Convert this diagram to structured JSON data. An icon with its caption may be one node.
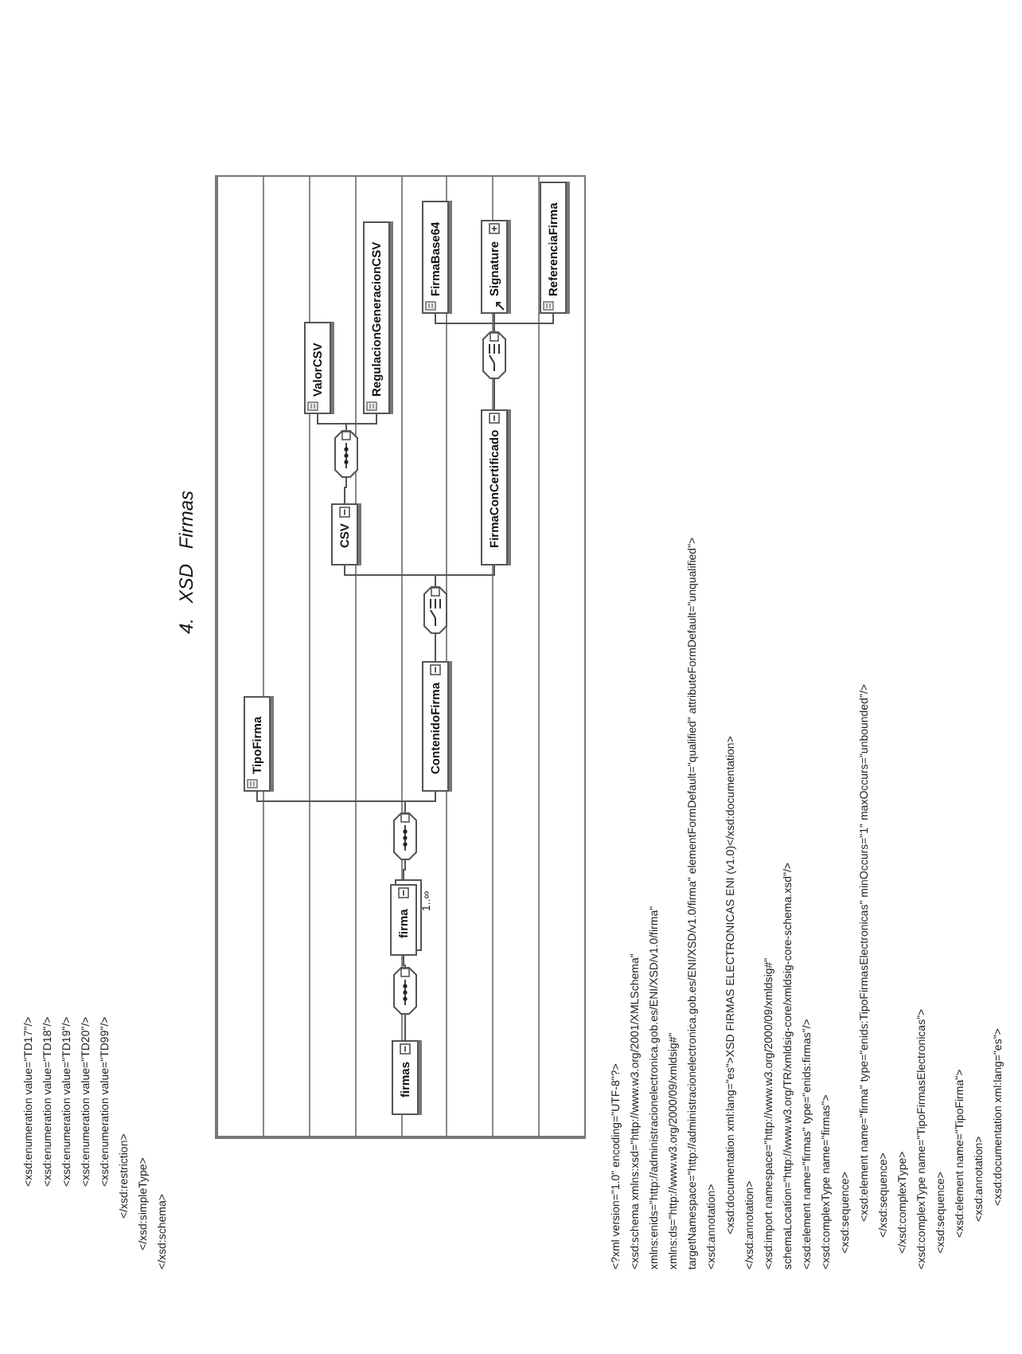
{
  "diagram": {
    "title": "4. XSD Firmas",
    "nodes": [
      {
        "text": [
          "firmas"
        ]
      },
      {
        "text": [],
        "shape": "octagon"
      },
      {
        "text": [
          "firma"
        ],
        "beside": [
          "1..∞"
        ]
      },
      {
        "text": [],
        "shape": "octagon"
      },
      {
        "text": [
          "TipoFirma"
        ]
      },
      {
        "text": [
          "ContenidoFirma"
        ]
      },
      {
        "text": [],
        "shape": "octagon"
      },
      {
        "text": [
          "CSV"
        ]
      },
      {
        "text": [],
        "shape": "octagon"
      },
      {
        "text": [
          "ValorCSV"
        ]
      },
      {
        "text": [
          "RegulacionGeneracionCSV"
        ]
      },
      {
        "text": [
          "FirmaConCertificado"
        ]
      },
      {
        "text": [],
        "shape": "octagon"
      },
      {
        "text": [
          "FirmaBase64"
        ]
      },
      {
        "text": [
          "Signature"
        ]
      },
      {
        "text": [
          "ReferenciaFirma"
        ]
      }
    ],
    "edges": [
      {
        "from": 0,
        "to": 1,
        "arrow": "none"
      },
      {
        "from": 1,
        "to": 2,
        "arrow": "none"
      },
      {
        "from": 2,
        "to": 3,
        "arrow": "none"
      },
      {
        "from": 3,
        "to": 4,
        "arrow": "none"
      },
      {
        "from": 3,
        "to": 5,
        "arrow": "none"
      },
      {
        "from": 5,
        "to": 6,
        "arrow": "none"
      },
      {
        "from": 6,
        "to": 7,
        "arrow": "none"
      },
      {
        "from": 6,
        "to": 11,
        "arrow": "none"
      },
      {
        "from": 7,
        "to": 8,
        "arrow": "none"
      },
      {
        "from": 8,
        "to": 9,
        "arrow": "none"
      },
      {
        "from": 8,
        "to": 10,
        "arrow": "none"
      },
      {
        "from": 11,
        "to": 12,
        "arrow": "none"
      },
      {
        "from": 12,
        "to": 13,
        "arrow": "none"
      },
      {
        "from": 12,
        "to": 14,
        "arrow": "none"
      },
      {
        "from": 12,
        "to": 15,
        "arrow": "none"
      }
    ],
    "labels": [
      "<xsd:enumeration value=\"TD17\"/>",
      "<xsd:enumeration value=\"TD18\"/>",
      "<xsd:enumeration value=\"TD19\"/>",
      "<xsd:enumeration value=\"TD20\"/>",
      "<xsd:enumeration value=\"TD99\"/>",
      "</xsd:restriction>",
      "</xsd:simpleType>",
      "</xsd:schema>",
      "<?xml version=\"1.0\" encoding=\"UTF-8\"?>",
      "<xsd:schema xmlns:xsd=\"http://www.w3.org/2001/XMLSchema\"",
      "xmlns:enids=\"http://administracionelectronica.gob.es/ENI/XSD/v1.0/firma\"",
      "xmlns:ds=\"http://www.w3.org/2000/09/xmldsig#\"",
      "targetNamespace=\"http://administracionelectronica.gob.es/ENI/XSD/v1.0/firma\" elementFormDefault=\"qualified\" attributeFormDefault=\"unqualified\">",
      "<xsd:annotation>",
      "<xsd:documentation xml:lang=\"es\">XSD FIRMAS ELECTRONICAS ENI (v1.0)</xsd:documentation>",
      "</xsd:annotation>",
      "<xsd:import namespace=\"http://www.w3.org/2000/09/xmldsig#\"",
      "schemaLocation=\"http://www.w3.org/TR/xmldsig-core/xmldsig-core-schema.xsd\"/>",
      "<xsd:element name=\"firmas\" type=\"enids:firmas\"/>",
      "<xsd:complexType name=\"firmas\">",
      "<xsd:sequence>",
      "<xsd:element name=\"firma\" type=\"enids:TipoFirmasElectronicas\" minOccurs=\"1\" maxOccurs=\"unbounded\"/>",
      "</xsd:sequence>",
      "</xsd:complexType>",
      "<xsd:complexType name=\"TipoFirmasElectronicas\">",
      "<xsd:sequence>",
      "<xsd:element name=\"TipoFirma\">",
      "<xsd:annotation>",
      "<xsd:documentation xml:lang=\"es\">"
    ]
  }
}
